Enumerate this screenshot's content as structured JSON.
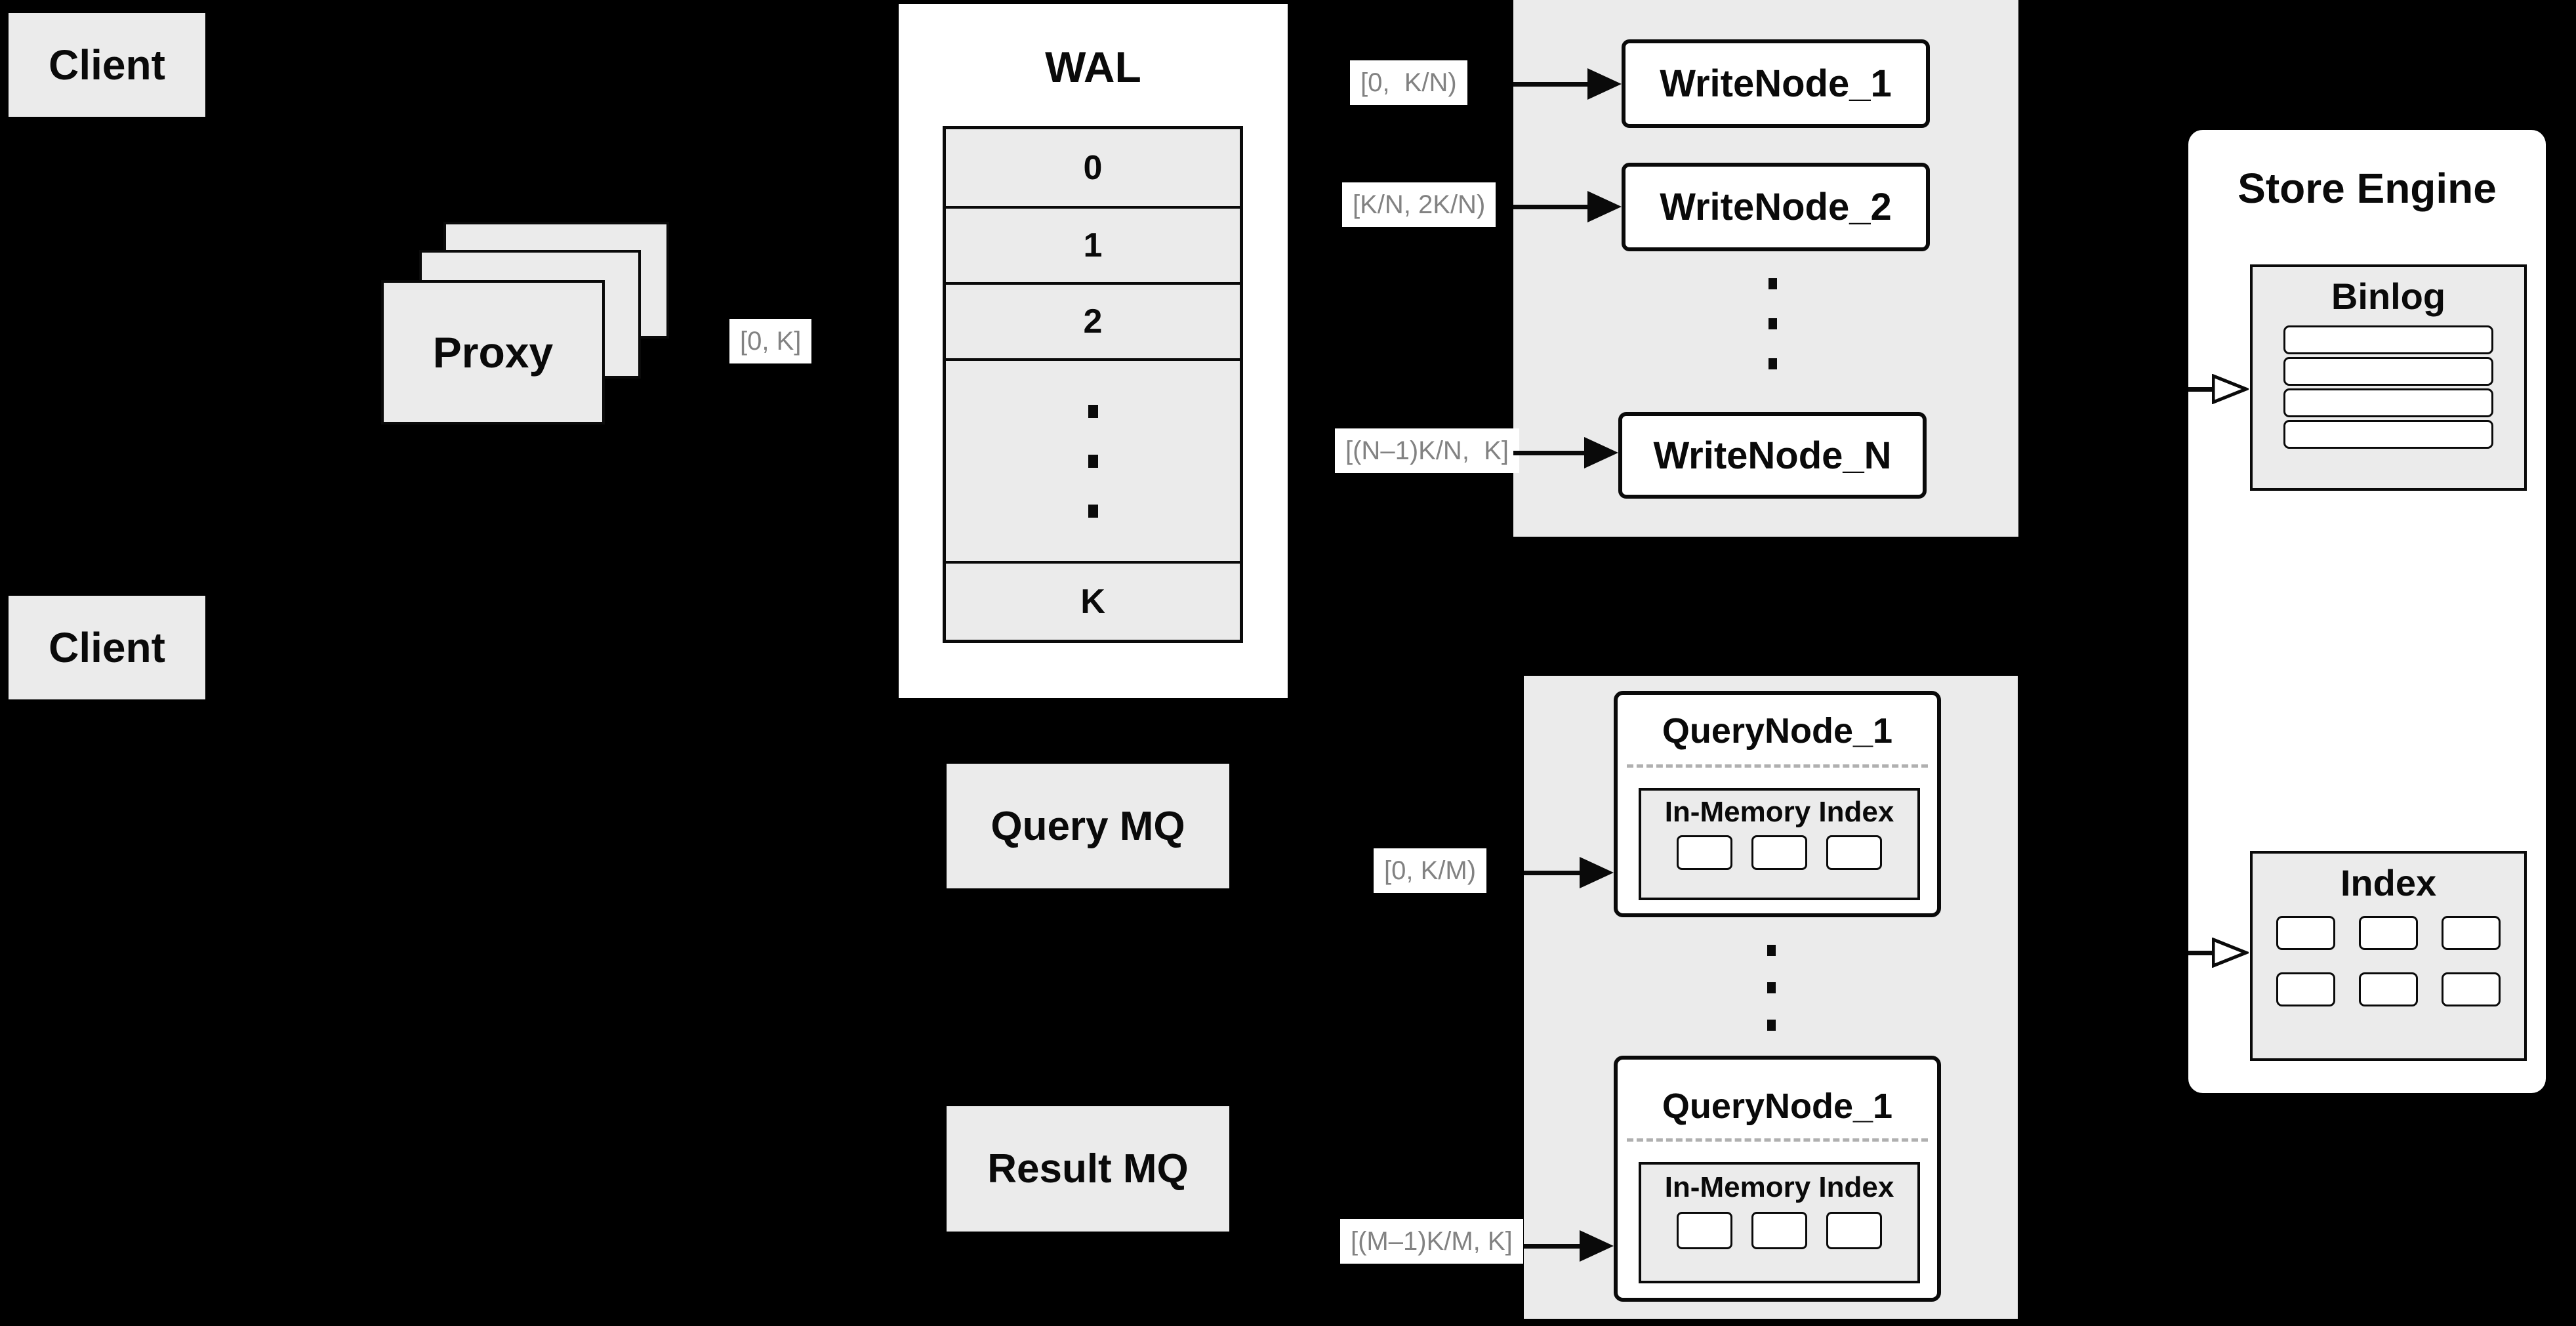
{
  "colors": {
    "background": "#000000",
    "panel_gray": "#ebebeb",
    "box_white": "#ffffff",
    "border_black": "#0a0a0a",
    "range_label_text": "#828282",
    "dashed_divider": "#b0b0b0"
  },
  "icons": {
    "solid_arrow": "arrow-right-icon",
    "hollow_arrow": "open-arrow-right-icon",
    "ellipsis": "vertical-ellipsis-dots"
  },
  "clients": {
    "top_label": "Client",
    "bottom_label": "Client"
  },
  "proxy": {
    "label": "Proxy",
    "range_label": "[0, K]"
  },
  "wal": {
    "title": "WAL",
    "segments": [
      "0",
      "1",
      "2"
    ],
    "last_segment": "K"
  },
  "write_group": {
    "ranges": [
      "[0,  K/N)",
      "[K/N, 2K/N)",
      "[(N–1)K/N,  K]"
    ],
    "nodes": [
      "WriteNode_1",
      "WriteNode_2",
      "WriteNode_N"
    ]
  },
  "store_engine": {
    "title": "Store Engine",
    "binlog_title": "Binlog",
    "index_title": "Index"
  },
  "mq": {
    "query_label": "Query MQ",
    "result_label": "Result MQ"
  },
  "query_group": {
    "ranges": [
      "[0, K/M)",
      "[(M–1)K/M, K]"
    ],
    "nodes": [
      {
        "title": "QueryNode_1",
        "index_title": "In-Memory Index"
      },
      {
        "title": "QueryNode_1",
        "index_title": "In-Memory Index"
      }
    ]
  }
}
